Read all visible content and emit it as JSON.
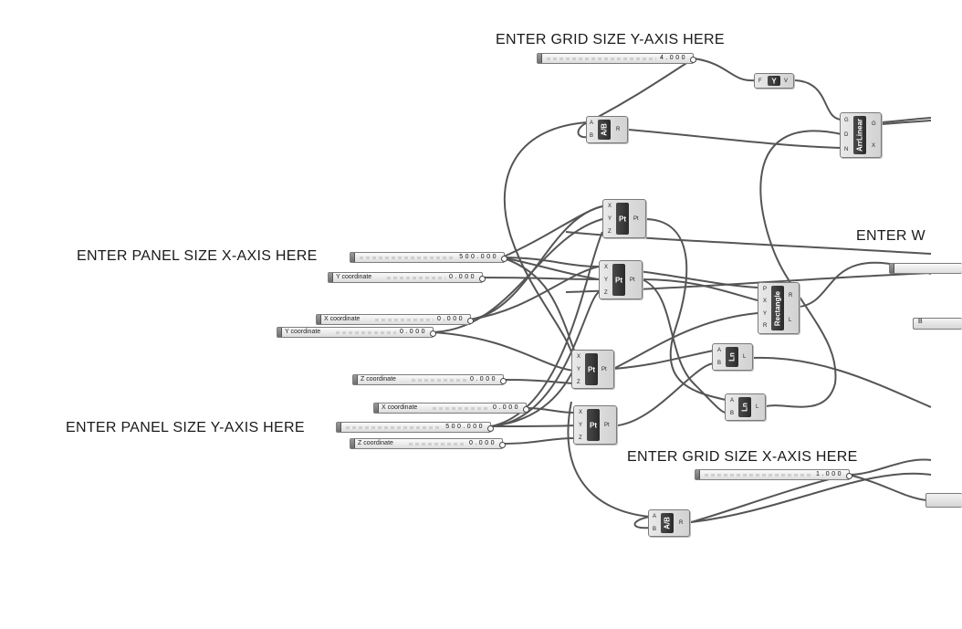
{
  "annotations": {
    "grid_y": "ENTER GRID SIZE Y-AXIS HERE",
    "panel_x": "ENTER PANEL SIZE X-AXIS HERE",
    "panel_y": "ENTER PANEL SIZE Y-AXIS HERE",
    "grid_x": "ENTER GRID SIZE X-AXIS HERE",
    "enter_w": "ENTER W"
  },
  "sliders": {
    "grid_y": {
      "label": "",
      "value": "4.000"
    },
    "panel_x": {
      "label": "",
      "value": "500.000"
    },
    "y_coord_1": {
      "label": "Y coordinate",
      "value": "0.000"
    },
    "x_coord_1": {
      "label": "X coordinate",
      "value": "0.000"
    },
    "y_coord_2": {
      "label": "Y coordinate",
      "value": "0.000"
    },
    "z_coord_1": {
      "label": "Z coordinate",
      "value": "0.000"
    },
    "x_coord_2": {
      "label": "X coordinate",
      "value": "0.000"
    },
    "panel_y": {
      "label": "",
      "value": "500.000"
    },
    "z_coord_2": {
      "label": "Z coordinate",
      "value": "0.000"
    },
    "grid_x": {
      "label": "",
      "value": "1.000"
    }
  },
  "components": {
    "div_top": {
      "name": "A/B",
      "inputs": [
        "A",
        "B"
      ],
      "outputs": [
        "R"
      ]
    },
    "swap_y": {
      "name": "Y",
      "inputs": [
        "F"
      ],
      "outputs": [
        "V"
      ]
    },
    "arr_linear": {
      "name": "ArrLinear",
      "inputs": [
        "G",
        "D",
        "N"
      ],
      "outputs": [
        "G",
        "X"
      ]
    },
    "pt_1": {
      "name": "Pt",
      "inputs": [
        "X",
        "Y",
        "Z"
      ],
      "outputs": [
        "Pt"
      ]
    },
    "pt_2": {
      "name": "Pt",
      "inputs": [
        "X",
        "Y",
        "Z"
      ],
      "outputs": [
        "Pt"
      ]
    },
    "pt_3": {
      "name": "Pt",
      "inputs": [
        "X",
        "Y",
        "Z"
      ],
      "outputs": [
        "Pt"
      ]
    },
    "pt_4": {
      "name": "Pt",
      "inputs": [
        "X",
        "Y",
        "Z"
      ],
      "outputs": [
        "Pt"
      ]
    },
    "rectangle": {
      "name": "Rectangle",
      "inputs": [
        "P",
        "X",
        "Y",
        "R"
      ],
      "outputs": [
        "R",
        "L"
      ]
    },
    "ln_1": {
      "name": "Ln",
      "inputs": [
        "A",
        "B"
      ],
      "outputs": [
        "L"
      ]
    },
    "ln_2": {
      "name": "Ln",
      "inputs": [
        "A",
        "B"
      ],
      "outputs": [
        "L"
      ]
    },
    "div_bottom": {
      "name": "A/B",
      "inputs": [
        "A",
        "B"
      ],
      "outputs": [
        "R"
      ]
    }
  },
  "edge_params": {
    "b_param": "B"
  },
  "colors": {
    "wire": "#555555",
    "component_core": "#2f2f2f",
    "canvas": "#ffffff"
  }
}
